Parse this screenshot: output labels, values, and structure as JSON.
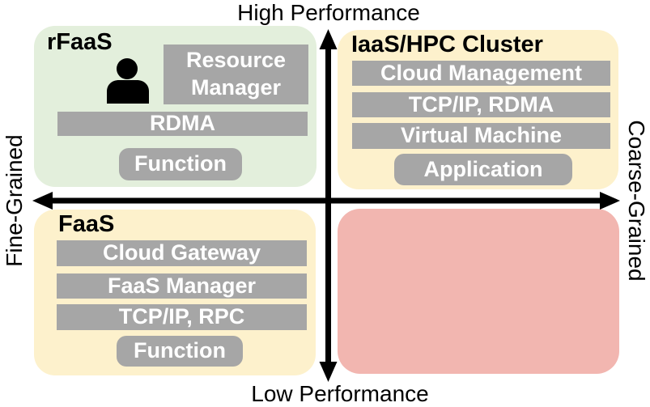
{
  "diagram": {
    "axes": {
      "top_label": "High Performance",
      "bottom_label": "Low Performance",
      "left_label": "Fine-Grained",
      "right_label": "Coarse-Grained"
    },
    "quadrants": {
      "rfaas": {
        "title": "rFaaS",
        "bg_color": "#e3efdc",
        "icon": "person-icon",
        "resource_manager_label": "Resource Manager",
        "rdma_label": "RDMA",
        "function_label": "Function"
      },
      "iaas_hpc": {
        "title": "IaaS/HPC Cluster",
        "bg_color": "#fdf1cc",
        "layers": [
          "Cloud Management",
          "TCP/IP, RDMA",
          "Virtual Machine"
        ],
        "application_label": "Application"
      },
      "faas": {
        "title": "FaaS",
        "bg_color": "#fdf1cc",
        "layers": [
          "Cloud Gateway",
          "FaaS Manager",
          "TCP/IP, RPC"
        ],
        "function_label": "Function"
      },
      "empty_region": {
        "bg_color": "#f2b6b0"
      }
    },
    "colors": {
      "layer_box": "#a6a6a6",
      "layer_text": "#ffffff",
      "title_text": "#000000",
      "axis": "#000000"
    }
  }
}
